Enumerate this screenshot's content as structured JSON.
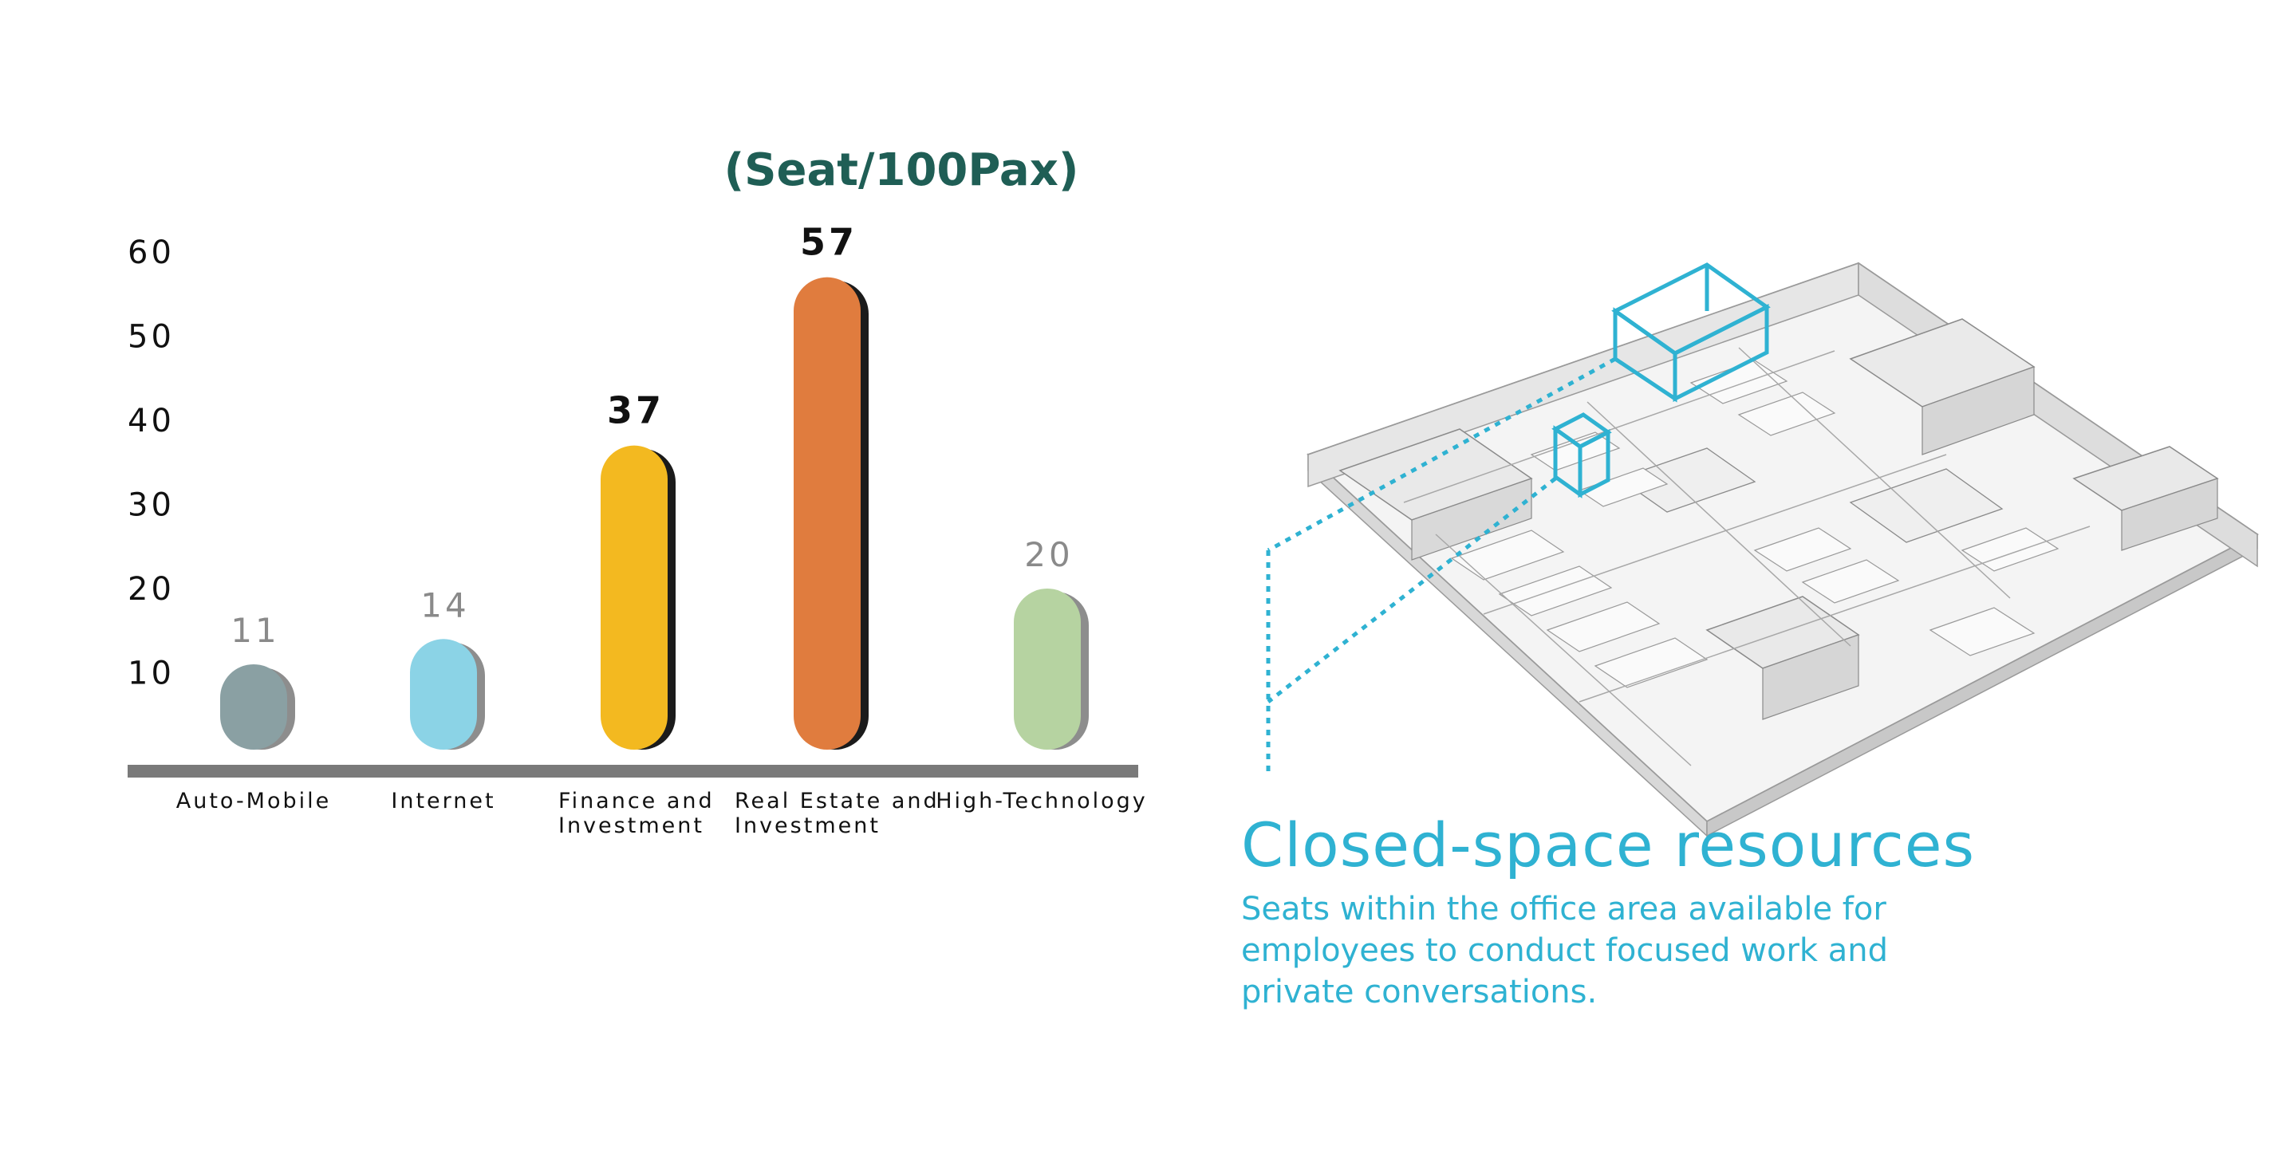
{
  "chart_data": {
    "type": "bar",
    "title": "(Seat/100Pax)",
    "categories": [
      "Auto-Mobile",
      "Internet",
      "Finance and Investment",
      "Real Estate and Investment",
      "High-Technology"
    ],
    "category_lines": [
      [
        "Auto-Mobile"
      ],
      [
        "Internet"
      ],
      [
        "Finance and",
        "Investment"
      ],
      [
        "Real Estate and",
        "Investment"
      ],
      [
        "High-Technology"
      ]
    ],
    "values": [
      11,
      14,
      37,
      57,
      20
    ],
    "data_labels": [
      "11",
      "14",
      "37",
      "57",
      "20"
    ],
    "highlighted": [
      false,
      false,
      true,
      true,
      false
    ],
    "colors": [
      "#8aa0a3",
      "#8bd3e6",
      "#f3b920",
      "#e07c3e",
      "#b6d3a1"
    ],
    "yticks": [
      "10",
      "20",
      "30",
      "40",
      "50",
      "60"
    ],
    "ylim": [
      0,
      60
    ],
    "xlabel": "",
    "ylabel": "",
    "grid": false,
    "legend": false
  },
  "panel": {
    "heading": "Closed-space resources",
    "description": "Seats within the office area available for employees to conduct focused work and private conversations."
  },
  "colors": {
    "accent": "#2fb2d2",
    "title": "#1f5e55",
    "axis": "#7a7a7a"
  }
}
